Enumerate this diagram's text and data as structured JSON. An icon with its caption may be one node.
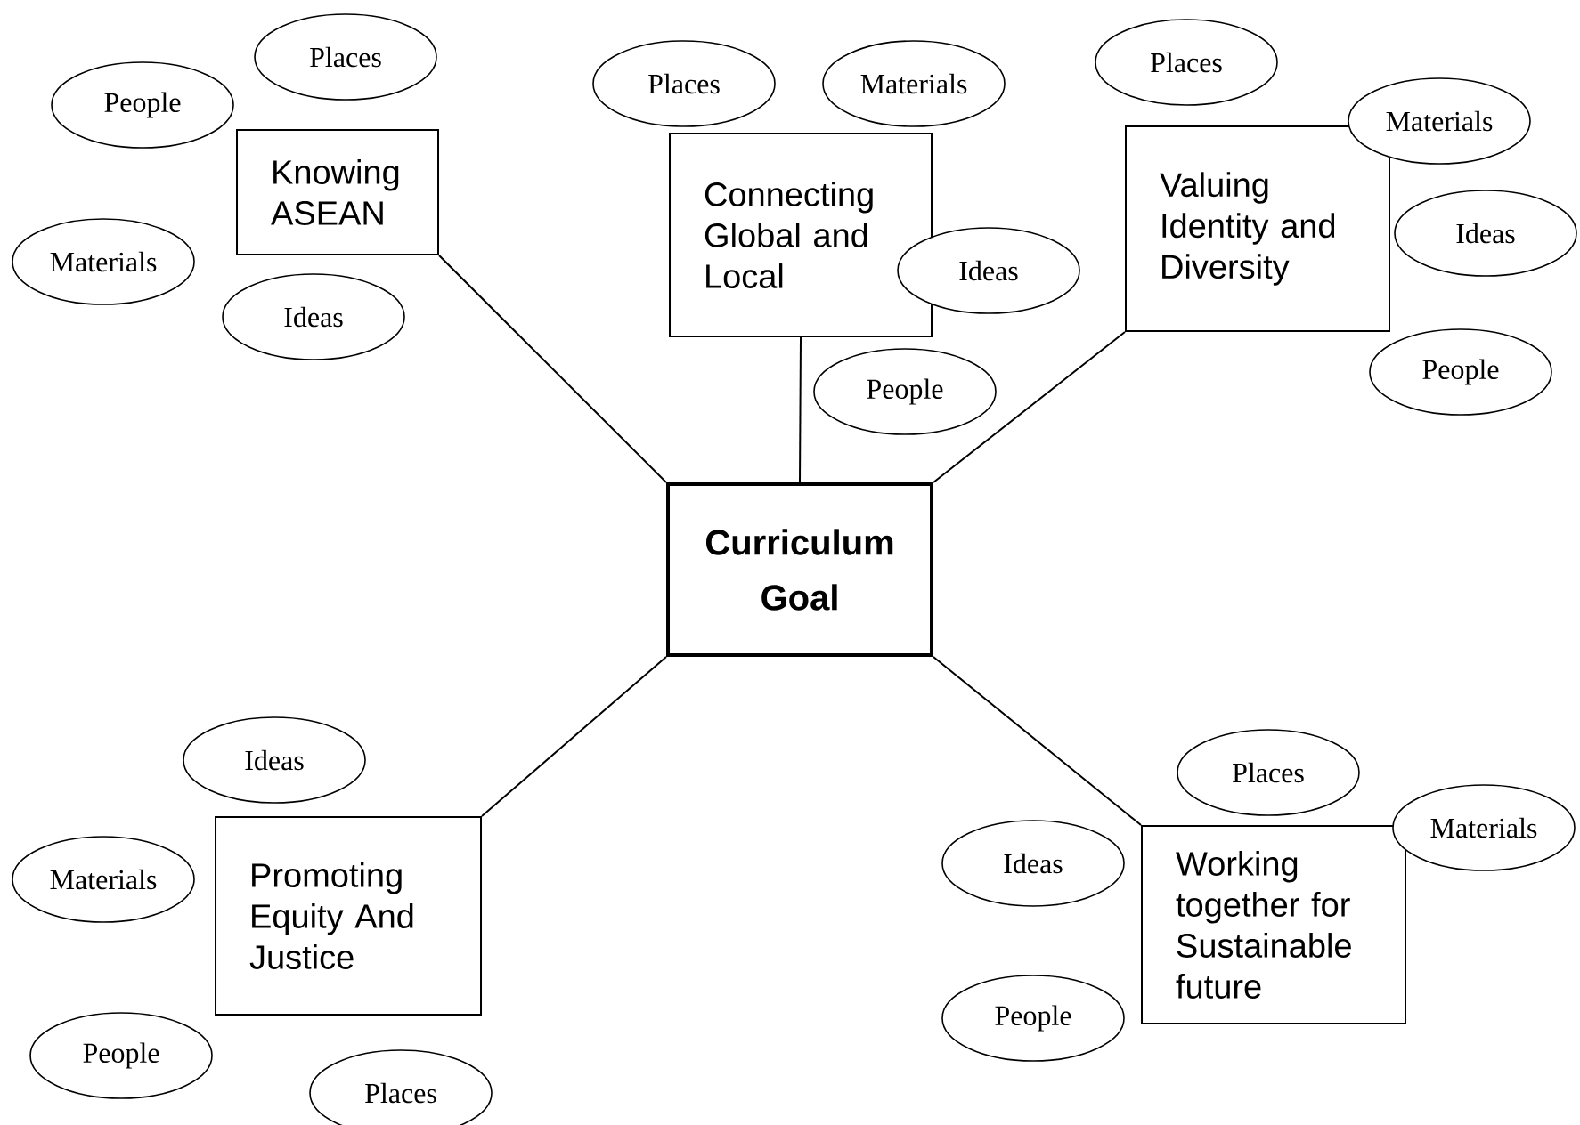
{
  "diagram": {
    "nodes": [
      {
        "text": [
          "Curriculum Goal"
        ]
      },
      {
        "text": [
          "Knowing ASEAN"
        ]
      },
      {
        "text": [
          "Places"
        ]
      },
      {
        "text": [
          "People"
        ]
      },
      {
        "text": [
          "Materials"
        ]
      },
      {
        "text": [
          "Ideas"
        ]
      },
      {
        "text": [
          "Connecting Global and Local"
        ]
      },
      {
        "text": [
          "Places"
        ]
      },
      {
        "text": [
          "Materials"
        ]
      },
      {
        "text": [
          "Ideas"
        ]
      },
      {
        "text": [
          "People"
        ]
      },
      {
        "text": [
          "Valuing Identity and Diversity"
        ]
      },
      {
        "text": [
          "Places"
        ]
      },
      {
        "text": [
          "Materials"
        ]
      },
      {
        "text": [
          "Ideas"
        ]
      },
      {
        "text": [
          "People"
        ]
      },
      {
        "text": [
          "Promoting Equity And Justice"
        ]
      },
      {
        "text": [
          "Ideas"
        ]
      },
      {
        "text": [
          "Materials"
        ]
      },
      {
        "text": [
          "People"
        ]
      },
      {
        "text": [
          "Places"
        ]
      },
      {
        "text": [
          "Working together for Sustainable future"
        ]
      },
      {
        "text": [
          "Places"
        ]
      },
      {
        "text": [
          "Materials"
        ]
      },
      {
        "text": [
          "Ideas"
        ]
      },
      {
        "text": [
          "People"
        ]
      }
    ],
    "edges": [
      {
        "from": 0,
        "to": 1,
        "arrow": "none"
      },
      {
        "from": 0,
        "to": 6,
        "arrow": "none"
      },
      {
        "from": 0,
        "to": 11,
        "arrow": "none"
      },
      {
        "from": 0,
        "to": 16,
        "arrow": "none"
      },
      {
        "from": 0,
        "to": 21,
        "arrow": "none"
      }
    ]
  }
}
